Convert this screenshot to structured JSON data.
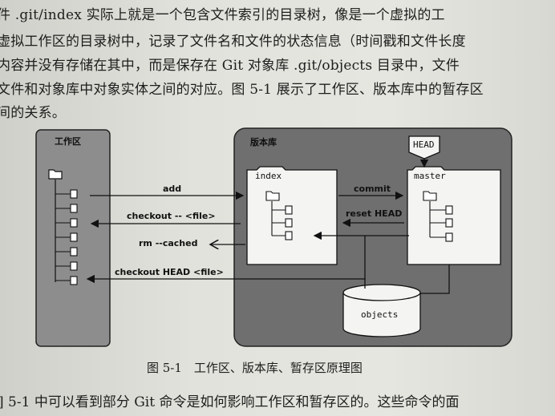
{
  "text_lines": [
    "件 .git/index 实际上就是一个包含文件索引的目录树，像是一个虚拟的工",
    "虚拟工作区的目录树中，记录了文件名和文件的状态信息（时间戳和文件长度",
    "内容并没有存储在其中，而是保存在 Git 对象库 .git/objects 目录中，文件",
    "文件和对象库中对象实体之间的对应。图 5-1 展示了工作区、版本库中的暂存区",
    "间的关系。"
  ],
  "diagram": {
    "workspace_label": "工作区",
    "repo_label": "版本库",
    "head_label": "HEAD",
    "index_label": "index",
    "master_label": "master",
    "objects_label": "objects",
    "cmd_add": "add",
    "cmd_commit": "commit",
    "cmd_checkout_file": "checkout -- <file>",
    "cmd_reset_head": "reset HEAD",
    "cmd_rm_cached": "rm --cached",
    "cmd_checkout_head": "checkout HEAD <file>"
  },
  "caption": "图 5-1　工作区、版本库、暂存区原理图",
  "bottom_line": "] 5-1 中可以看到部分 Git 命令是如何影响工作区和暂存区的。这些命令的面"
}
